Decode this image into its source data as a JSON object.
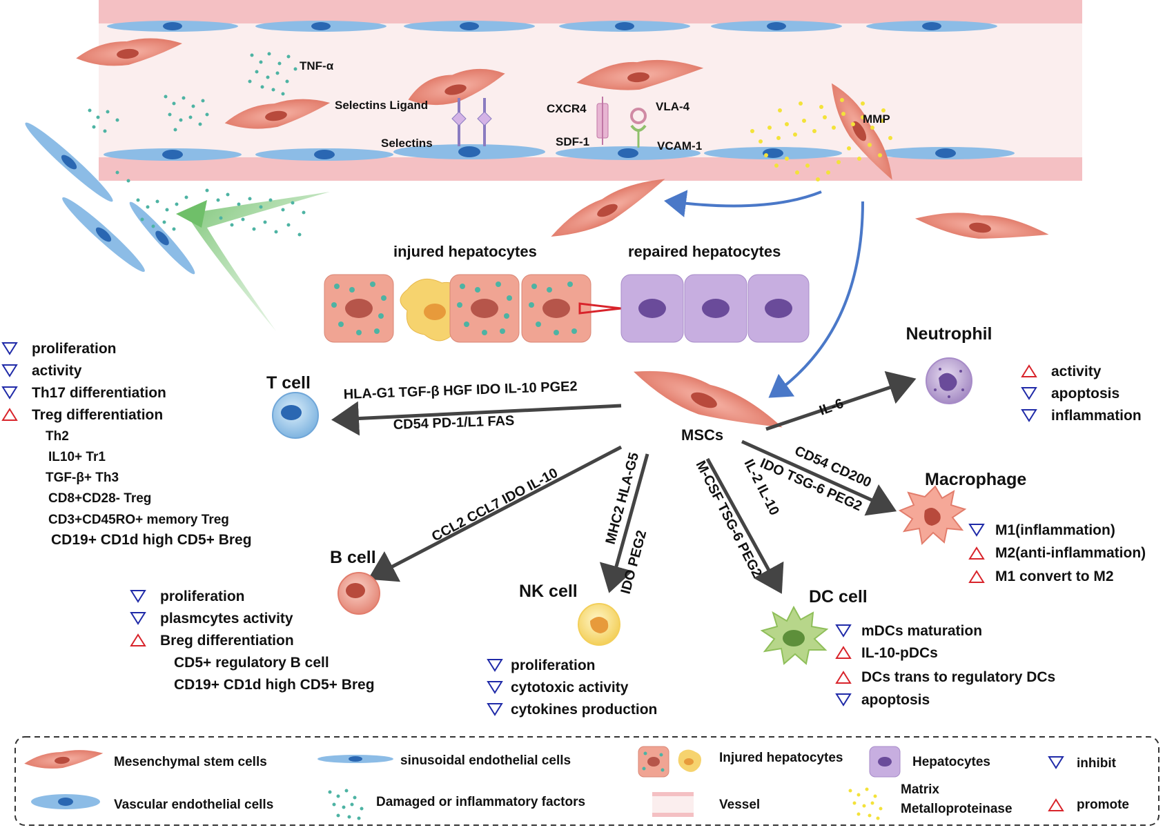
{
  "vessel": {
    "tnf": "TNF-α",
    "selectins_ligand": "Selectins Ligand",
    "selectins": "Selectins",
    "cxcr4": "CXCR4",
    "vla4": "VLA-4",
    "sdf1": "SDF-1",
    "vcam1": "VCAM-1",
    "mmp": "MMP"
  },
  "hepatocytes": {
    "injured": "injured hepatocytes",
    "repaired": "repaired  hepatocytes"
  },
  "center": {
    "label": "MSCs"
  },
  "tcell": {
    "title": "T cell",
    "factors_top": "HLA-G1  TGF-β  HGF  IDO IL-10  PGE2",
    "factors_bottom": "CD54  PD-1/L1  FAS",
    "effects": [
      {
        "symbol": "inhibit",
        "text": "proliferation"
      },
      {
        "symbol": "inhibit",
        "text": "activity"
      },
      {
        "symbol": "inhibit",
        "text": "Th17 differentiation"
      },
      {
        "symbol": "promote",
        "text": "Treg differentiation"
      }
    ],
    "subtypes": [
      "Th2",
      "IL10+ Tr1",
      "TGF-β+ Th3",
      "CD8+CD28- Treg",
      "CD3+CD45RO+ memory Treg",
      "CD19+ CD1d high CD5+ Breg"
    ]
  },
  "neutrophil": {
    "title": "Neutrophil",
    "factor": "IL-6",
    "effects": [
      {
        "symbol": "promote",
        "text": "activity"
      },
      {
        "symbol": "inhibit",
        "text": "apoptosis"
      },
      {
        "symbol": "inhibit",
        "text": "inflammation"
      }
    ]
  },
  "macrophage": {
    "title": "Macrophage",
    "factors_top": "CD54  CD200",
    "factors_bottom": "IDO  TSG-6  PEG2",
    "effects": [
      {
        "symbol": "inhibit",
        "text": "M1(inflammation)"
      },
      {
        "symbol": "promote",
        "text": "M2(anti-inflammation)"
      },
      {
        "symbol": "promote",
        "text": "M1 convert to M2"
      }
    ]
  },
  "bcell": {
    "title": "B cell",
    "factors": "CCL2  CCL7  IDO  IL-10",
    "effects": [
      {
        "symbol": "inhibit",
        "text": "proliferation"
      },
      {
        "symbol": "inhibit",
        "text": "plasmcytes activity"
      },
      {
        "symbol": "promote",
        "text": "Breg differentiation"
      }
    ],
    "subtypes": [
      "CD5+ regulatory B cell",
      "CD19+ CD1d high CD5+ Breg"
    ]
  },
  "nkcell": {
    "title": "NK cell",
    "factors_top": "MHC2  HLA-G5",
    "factors_bottom": "IDO  PEG2",
    "effects": [
      {
        "symbol": "inhibit",
        "text": "proliferation"
      },
      {
        "symbol": "inhibit",
        "text": "cytotoxic activity"
      },
      {
        "symbol": "inhibit",
        "text": "cytokines production"
      }
    ]
  },
  "dccell": {
    "title": "DC cell",
    "factors_left": "M-CSF  TSG-6  PEG2",
    "factors_right": "IL-2  IL-10",
    "effects": [
      {
        "symbol": "inhibit",
        "text": "mDCs maturation"
      },
      {
        "symbol": "promote",
        "text": "IL-10-pDCs"
      },
      {
        "symbol": "promote",
        "text": "DCs trans to regulatory DCs"
      },
      {
        "symbol": "inhibit",
        "text": "apoptosis"
      }
    ]
  },
  "legend": {
    "msc": "Mesenchymal stem cells",
    "sinusoidal": "sinusoidal endothelial cells",
    "injured": "Injured hepatocytes",
    "hepatocytes": "Hepatocytes",
    "inhibit": "inhibit",
    "vascular": "Vascular endothelial cells",
    "damaged": "Damaged or inflammatory factors",
    "vessel": "Vessel",
    "matrix1": "Matrix",
    "matrix2": "Metalloproteinase",
    "promote": "promote"
  },
  "colors": {
    "inhibit": "#1f2aa8",
    "promote": "#d8232a",
    "arrow": "#444444",
    "msc": "#e98c7c",
    "endothelial": "#6fa6d8",
    "factor": "#4db3a3",
    "mmp": "#f3e23a",
    "hepatocyte": "#b89ad0",
    "vessel": "#f4c0c3"
  }
}
